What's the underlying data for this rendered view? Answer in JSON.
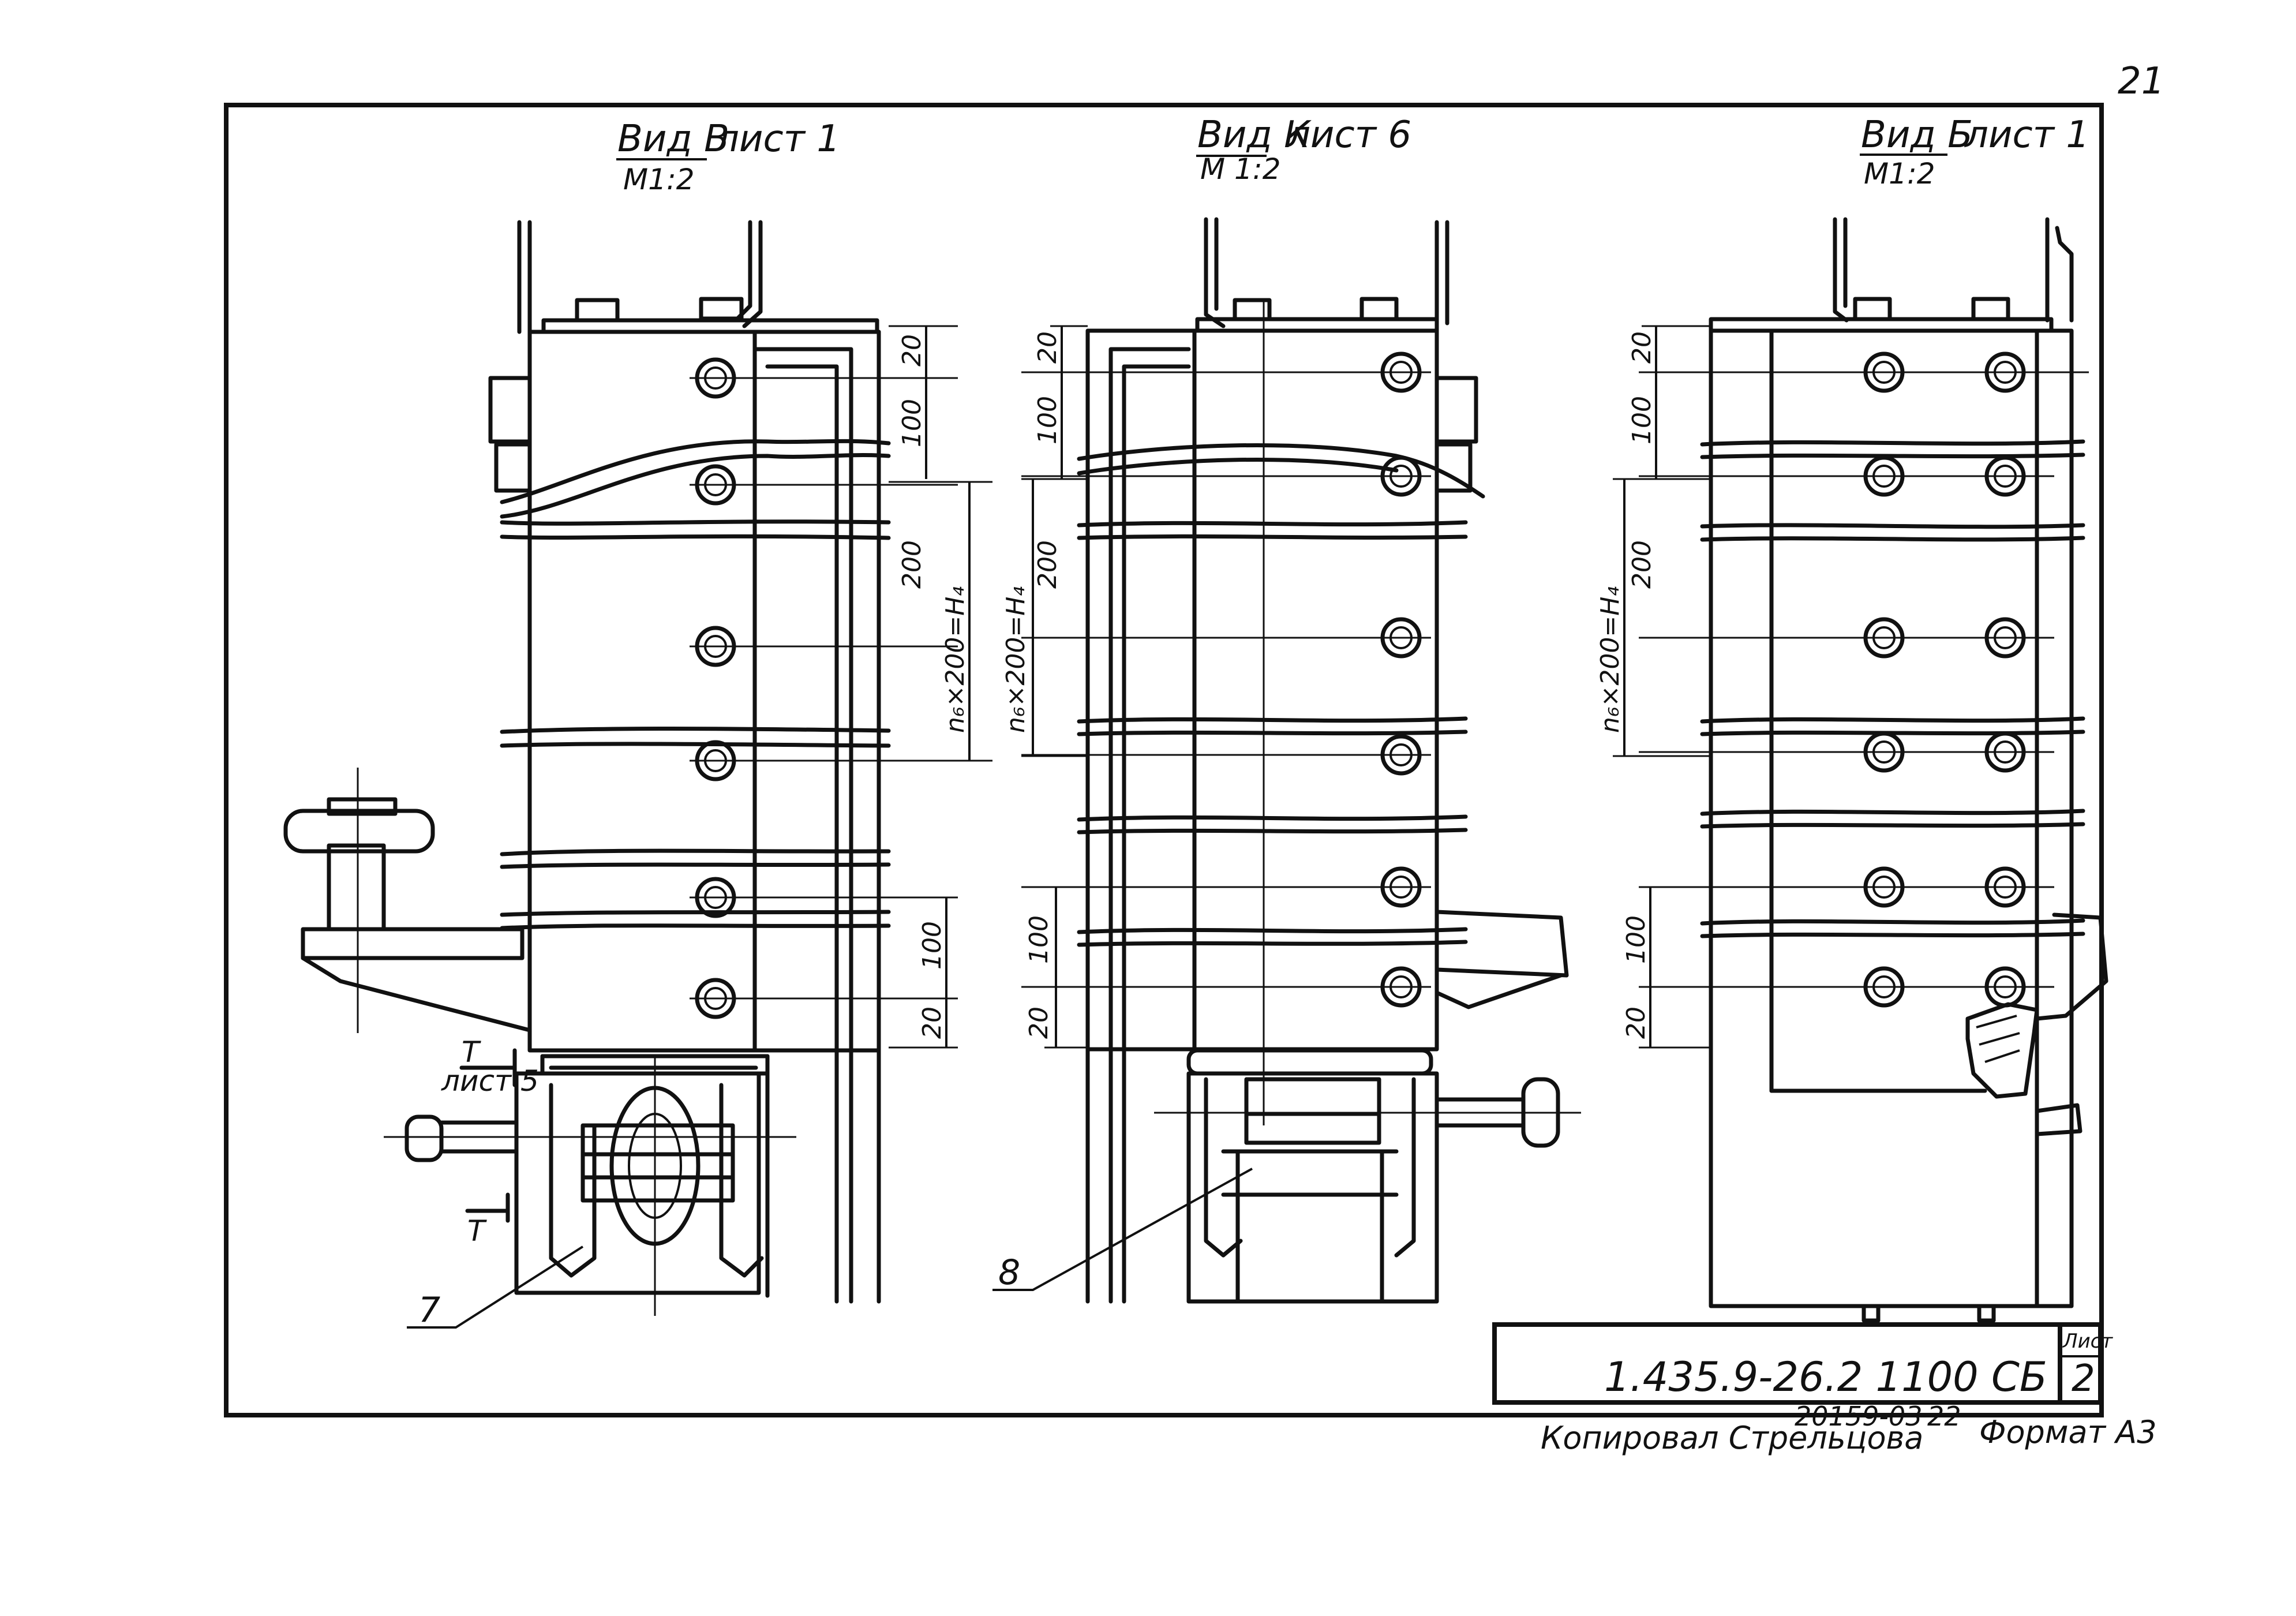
{
  "page_number": "21",
  "views": [
    {
      "title": "Вид В",
      "sheet_ref": "лист 1",
      "scale": "М1:2"
    },
    {
      "title": "Вид К",
      "sheet_ref": "лист 6",
      "scale": "М 1:2"
    },
    {
      "title": "Вид Б",
      "sheet_ref": "лист 1",
      "scale": "М1:2"
    }
  ],
  "dimensions": {
    "left": {
      "d20_top": "20",
      "d100_top": "100",
      "d200": "200",
      "pitch": "n₆×200=H₄",
      "d100_bottom": "100",
      "d20_bottom": "20"
    },
    "middle": {
      "d20_top": "20",
      "d100_top": "100",
      "d200": "200",
      "pitch": "n₆×200=H₄",
      "d100_bottom": "100",
      "d20_bottom": "20"
    },
    "right": {
      "d20_top": "20",
      "d100_top": "100",
      "d200": "200",
      "pitch": "n₆×200=H₄",
      "d100_bottom": "100",
      "d20_bottom": "20"
    }
  },
  "section_marks": {
    "top": "Т",
    "sheet": "лист 5",
    "bottom": "Т"
  },
  "position_labels": {
    "left": "7",
    "middle": "8"
  },
  "title_block": {
    "designation": "1.435.9-26.2  1100 СБ",
    "sheet_label": "Лист",
    "sheet_number": "2"
  },
  "footer": {
    "copied_by": "Копировал Стрельцова",
    "order_number": "20159-03",
    "page": "22",
    "format": "Формат А3"
  }
}
